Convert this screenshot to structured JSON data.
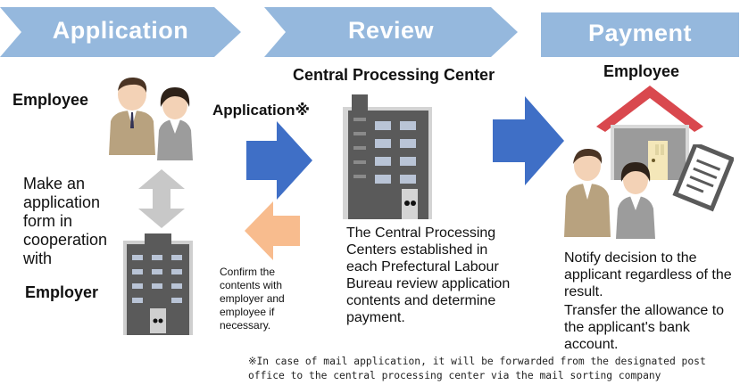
{
  "banners": {
    "application": "Application",
    "review": "Review",
    "payment": "Payment"
  },
  "left": {
    "employee_label": "Employee",
    "make_form_text": "Make an application form in cooperation with",
    "employer_label": "Employer"
  },
  "middle": {
    "application_arrow_label": "Application※",
    "confirm_text": "Confirm the contents with employer and employee if necessary.",
    "center_title": "Central Processing Center",
    "center_description": "The Central Processing Centers established in each Prefectural Labour Bureau review application contents and determine payment."
  },
  "right": {
    "employee_label": "Employee",
    "notify_text": "Notify decision  to the applicant regardless of the result.",
    "transfer_text": "Transfer the allowance to the applicant's bank account."
  },
  "footnote": {
    "line1": "※In case of mail application, it will be forwarded from the designated post",
    "line2": "office to the central processing center via the mail sorting company"
  },
  "colors": {
    "banner": "#95B8DD",
    "arrow_forward": "#3F6FC6",
    "arrow_back": "#F8BC8E",
    "double_arrow": "#C8C8C8",
    "building": "#5A5A5A",
    "house_roof": "#D9484E"
  },
  "icons": [
    "double-arrow-icon",
    "building-icon",
    "house-icon",
    "document-icon",
    "person-icon"
  ]
}
